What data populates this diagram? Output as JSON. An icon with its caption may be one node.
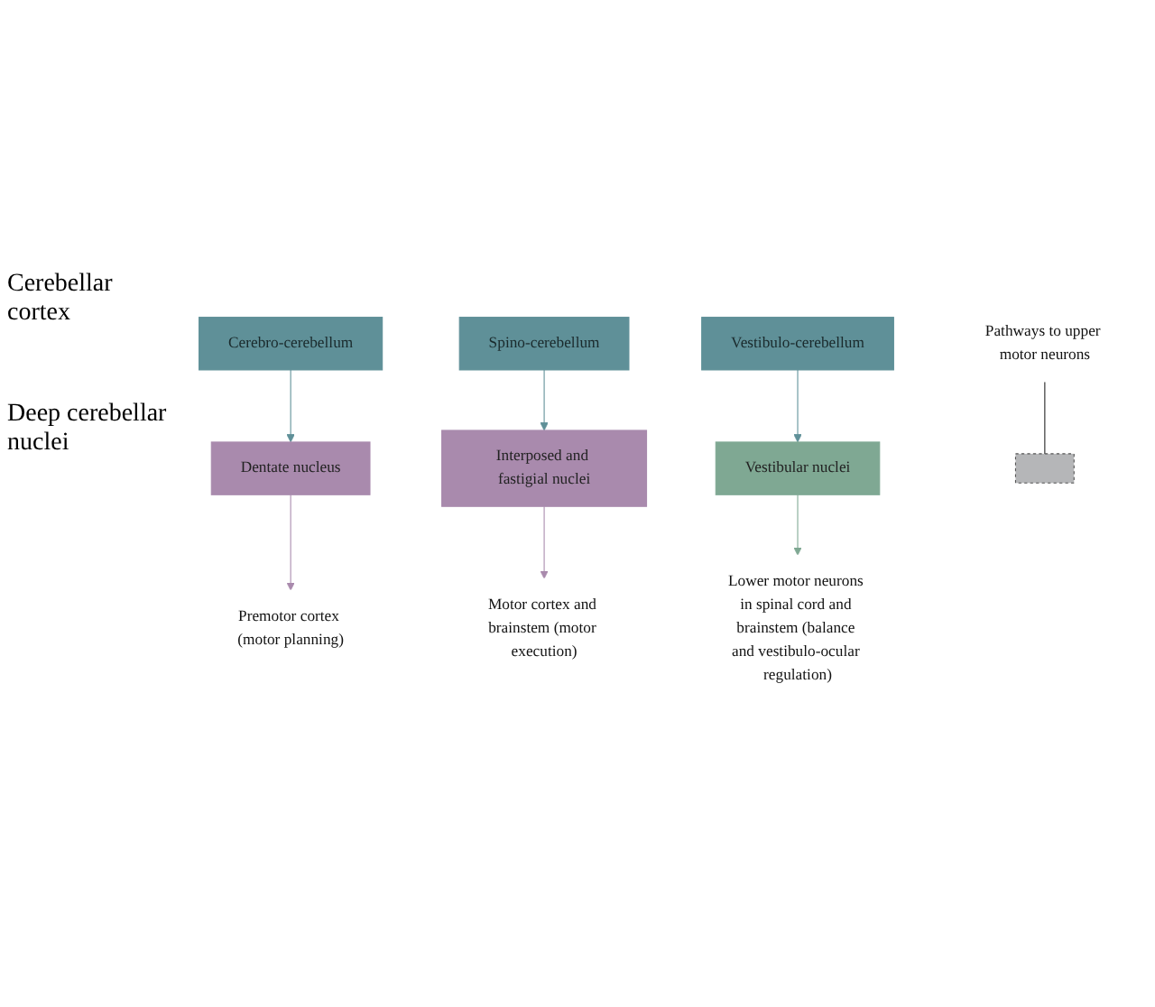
{
  "diagram": {
    "nodes": [
      {
        "text": [
          "Cerebro-cerebellum"
        ]
      },
      {
        "text": [
          "Spino-cerebellum"
        ]
      },
      {
        "text": [
          "Vestibulo-cerebellum"
        ]
      },
      {
        "text": [
          "Dentate nucleus"
        ]
      },
      {
        "text": [
          "Interposed and fastigial nuclei"
        ]
      },
      {
        "text": [
          "Vestibular nuclei"
        ]
      },
      {
        "text": [],
        "shape": "box"
      },
      {
        "text": [
          "Pathways to upper motor neurons"
        ]
      },
      {
        "text": [
          "Premotor cortex (motor planning)"
        ]
      },
      {
        "text": [
          "Motor cortex and brainstem (motor execution)"
        ]
      },
      {
        "text": [
          "Lower motor neurons in spinal cord and brainstem (balance and vestibulo-ocular regulation)"
        ]
      }
    ],
    "edges": [
      {
        "from": 0,
        "to": 3,
        "arrow": "to",
        "color": "#5f9098"
      },
      {
        "from": 1,
        "to": 4,
        "arrow": "to",
        "color": "#5f9098"
      },
      {
        "from": 2,
        "to": 5,
        "arrow": "to",
        "color": "#5f9098"
      },
      {
        "from": 3,
        "to": 8,
        "arrow": "to",
        "color": "#a98aad"
      },
      {
        "from": 4,
        "to": 9,
        "arrow": "to",
        "color": "#a98aad"
      },
      {
        "from": 5,
        "to": 10,
        "arrow": "to",
        "color": "#7fa893"
      },
      {
        "from": 7,
        "to": 6,
        "arrow": "none",
        "color": "#222222"
      }
    ],
    "labels": [
      "Cerebellar cortex",
      "Deep cerebellar nuclei"
    ]
  }
}
